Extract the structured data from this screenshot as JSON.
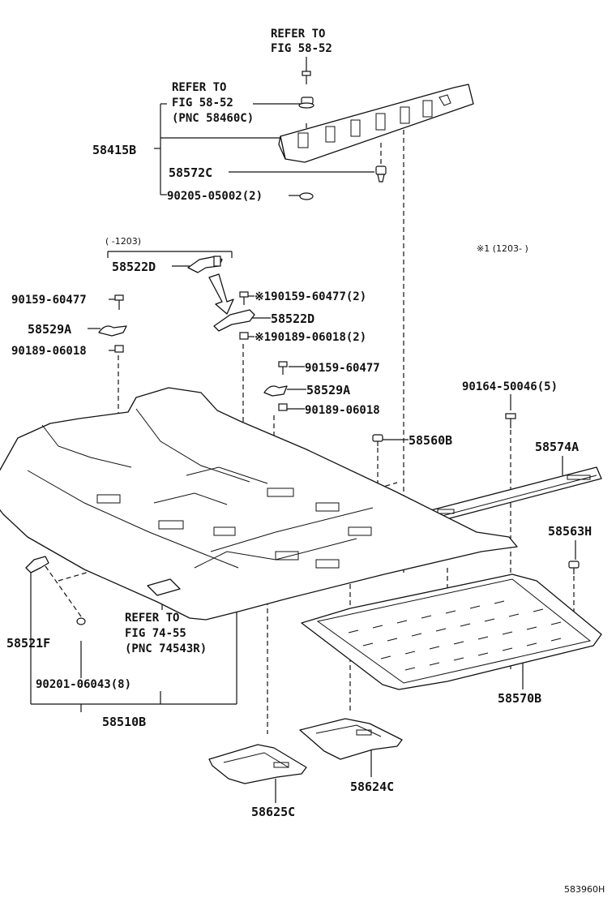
{
  "references": {
    "top": {
      "line1": "REFER TO",
      "line2": "FIG 58-52"
    },
    "upper": {
      "line1": "REFER TO",
      "line2": "FIG 58-52",
      "line3": "(PNC 58460C)"
    },
    "lower": {
      "line1": "REFER TO",
      "line2": "FIG 74-55",
      "line3": "(PNC 74543R)"
    }
  },
  "notes": {
    "date_range": "(      -1203)",
    "star_note": "※1 (1203-       )"
  },
  "parts": {
    "p58415B": "58415B",
    "p58572C": "58572C",
    "p90205": "90205-05002(2)",
    "p58522D_a": "58522D",
    "p58522D_b": "58522D",
    "p90159_a": "90159-60477",
    "p90159_star": "※190159-60477(2)",
    "p58529A_a": "58529A",
    "p90189_star": "※190189-06018(2)",
    "p90189_a": "90189-06018",
    "p90159_b": "90159-60477",
    "p58529A_b": "58529A",
    "p90189_b": "90189-06018",
    "p90164": "90164-50046(5)",
    "p58560B": "58560B",
    "p58574A": "58574A",
    "p58563H": "58563H",
    "p58521F": "58521F",
    "p90201": "90201-06043(8)",
    "p58510B": "58510B",
    "p58570B": "58570B",
    "p58624C": "58624C",
    "p58625C": "58625C"
  },
  "figure_id": "583960H"
}
